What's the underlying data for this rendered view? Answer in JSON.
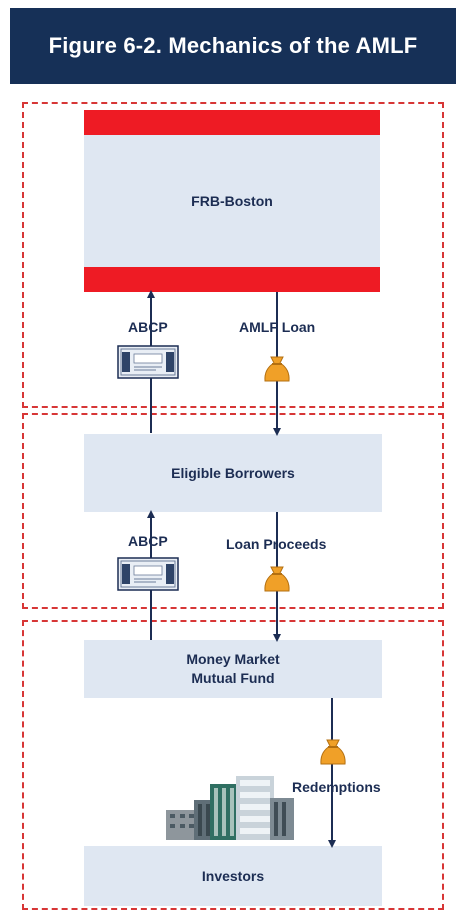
{
  "figure": {
    "title": "Figure 6-2. Mechanics of the AMLF"
  },
  "nodes": {
    "frb": "FRB-Boston",
    "eligible": "Eligible Borrowers",
    "mmf_line1": "Money Market",
    "mmf_line2": "Mutual Fund",
    "investors": "Investors"
  },
  "edges": {
    "abcp_top": "ABCP",
    "amlf_loan": "AMLF Loan",
    "abcp_mid": "ABCP",
    "loan_proceeds": "Loan Proceeds",
    "redemptions": "Redemptions"
  },
  "icons": {
    "certificate": "certificate-icon",
    "money_bag": "money-bag-icon",
    "buildings": "office-buildings-icon"
  },
  "colors": {
    "title_bg": "#163057",
    "box_fill": "#dfe7f2",
    "frb_band": "#ee1b24",
    "dash": "#d73636",
    "arrow": "#1c2d53",
    "bag": "#f0a028"
  }
}
